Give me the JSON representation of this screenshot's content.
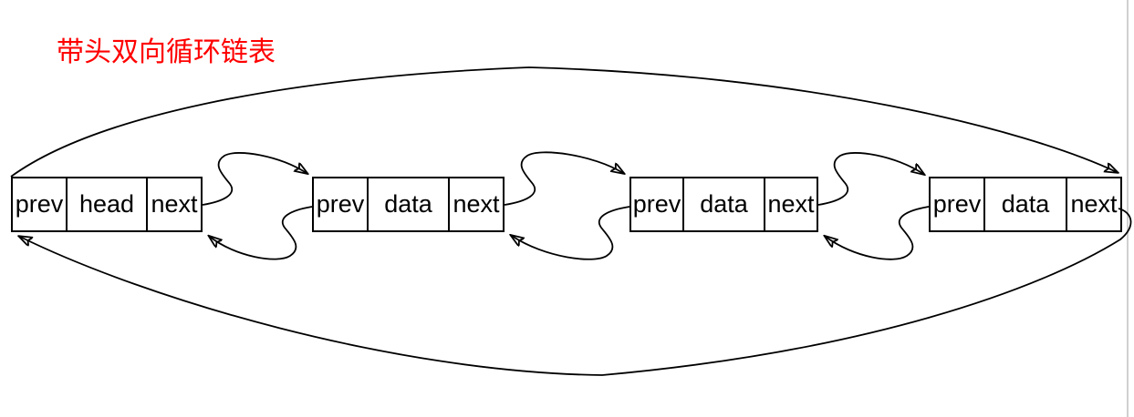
{
  "title": {
    "text": "带头双向循环链表",
    "color": "#ff0000"
  },
  "list": {
    "kind": "doubly-circular-linked-list-with-head",
    "nodes": [
      {
        "id": "head",
        "cells": [
          "prev",
          "head",
          "next"
        ]
      },
      {
        "id": "node2",
        "cells": [
          "prev",
          "data",
          "next"
        ]
      },
      {
        "id": "node3",
        "cells": [
          "prev",
          "data",
          "next"
        ]
      },
      {
        "id": "node4",
        "cells": [
          "prev",
          "data",
          "next"
        ]
      }
    ],
    "edges": [
      {
        "from": "head.next",
        "to": "node2",
        "type": "next"
      },
      {
        "from": "node2.prev",
        "to": "head",
        "type": "prev"
      },
      {
        "from": "node2.next",
        "to": "node3",
        "type": "next"
      },
      {
        "from": "node3.prev",
        "to": "node2",
        "type": "prev"
      },
      {
        "from": "node3.next",
        "to": "node4",
        "type": "next"
      },
      {
        "from": "node4.prev",
        "to": "node3",
        "type": "prev"
      },
      {
        "from": "head.prev",
        "to": "node4",
        "type": "circular-prev-top-arc"
      },
      {
        "from": "node4.next",
        "to": "head",
        "type": "circular-next-bottom-arc"
      }
    ]
  },
  "colors": {
    "background": "#ffffff",
    "line": "#000000",
    "box_border": "#000000",
    "text": "#000000",
    "title": "#ff0000",
    "gutter_line": "#d0d0d0"
  }
}
